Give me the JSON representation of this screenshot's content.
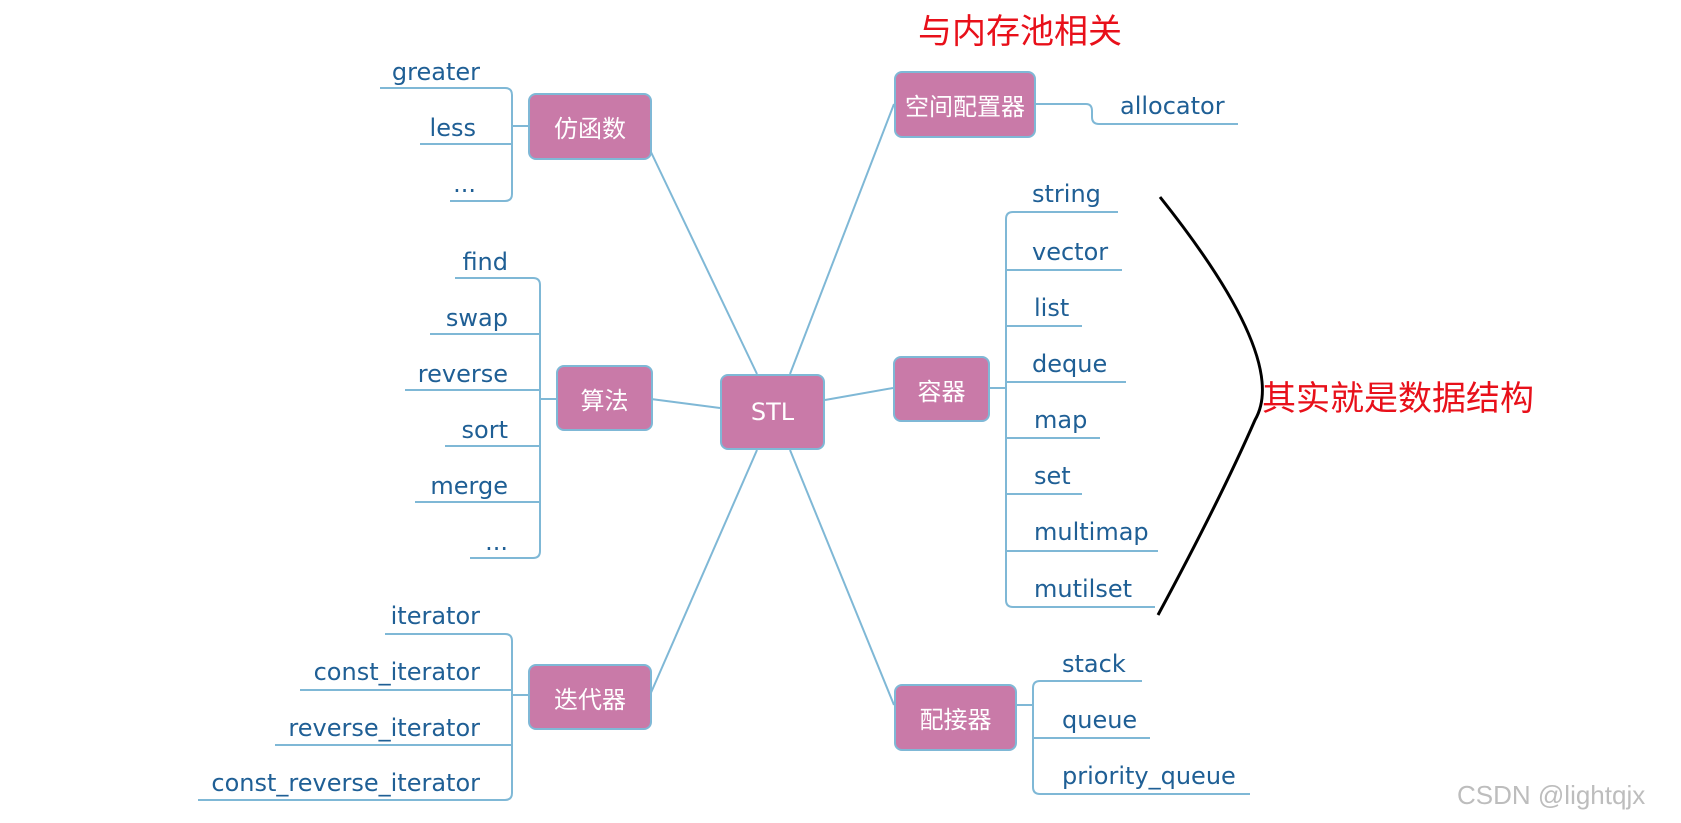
{
  "center": "STL",
  "functor": {
    "label": "仿函数",
    "items": [
      "greater",
      "less",
      "..."
    ]
  },
  "algorithm": {
    "label": "算法",
    "items": [
      "find",
      "swap",
      "reverse",
      "sort",
      "merge",
      "..."
    ]
  },
  "iterator": {
    "label": "迭代器",
    "items": [
      "iterator",
      "const_iterator",
      "reverse_iterator",
      "const_reverse_iterator"
    ]
  },
  "allocator": {
    "label": "空间配置器",
    "items": [
      "allocator"
    ]
  },
  "container": {
    "label": "容器",
    "items": [
      "string",
      "vector",
      "list",
      "deque",
      "map",
      "set",
      "multimap",
      "mutilset"
    ]
  },
  "adapter": {
    "label": "配接器",
    "items": [
      "stack",
      "queue",
      "priority_queue"
    ]
  },
  "notes": {
    "memory_pool": "与内存池相关",
    "data_structure": "其实就是数据结构"
  },
  "watermark": "CSDN @lightqjx",
  "colors": {
    "node_fill": "#c97aa8",
    "line": "#7fb8d6",
    "leaf_text": "#1f5f95",
    "note_text": "#e8101a"
  }
}
